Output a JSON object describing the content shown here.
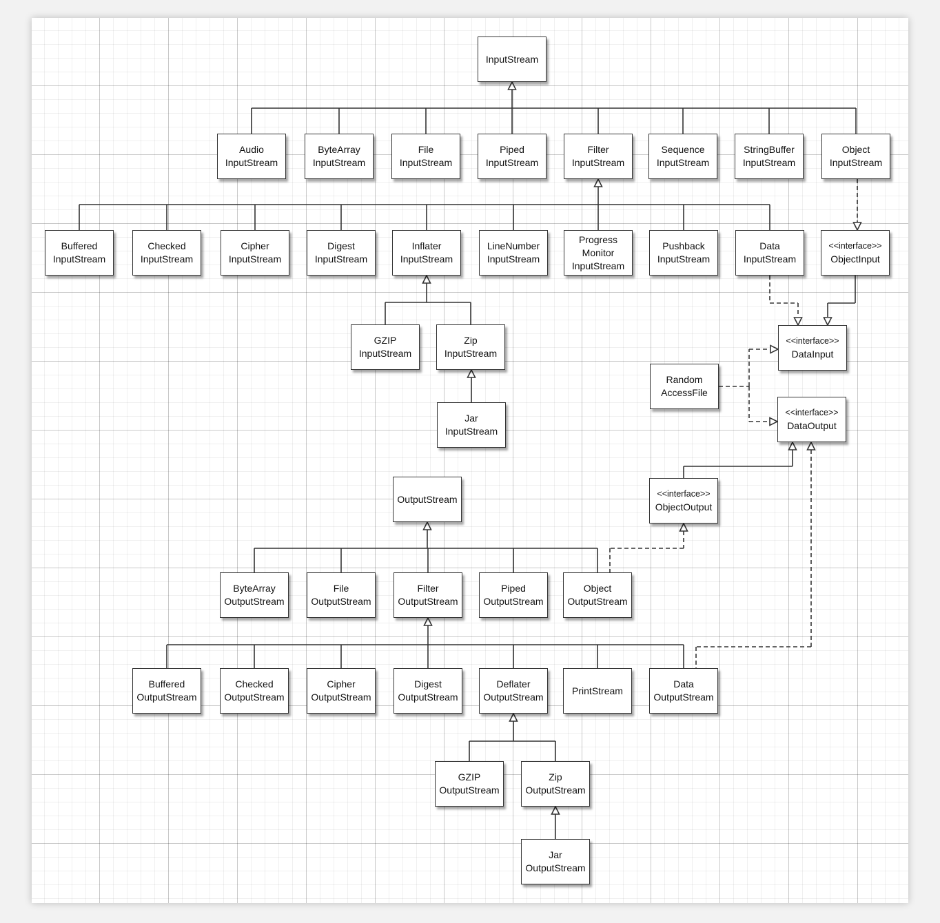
{
  "diagram": {
    "type": "class-hierarchy",
    "nodes": [
      {
        "id": "inputstream",
        "lines": [
          "InputStream"
        ]
      },
      {
        "id": "audio-inputstream",
        "lines": [
          "Audio",
          "InputStream"
        ]
      },
      {
        "id": "bytearray-inputstream",
        "lines": [
          "ByteArray",
          "InputStream"
        ]
      },
      {
        "id": "file-inputstream",
        "lines": [
          "File",
          "InputStream"
        ]
      },
      {
        "id": "piped-inputstream",
        "lines": [
          "Piped",
          "InputStream"
        ]
      },
      {
        "id": "filter-inputstream",
        "lines": [
          "Filter",
          "InputStream"
        ]
      },
      {
        "id": "sequence-inputstream",
        "lines": [
          "Sequence",
          "InputStream"
        ]
      },
      {
        "id": "stringbuffer-inputstream",
        "lines": [
          "StringBuffer",
          "InputStream"
        ]
      },
      {
        "id": "object-inputstream",
        "lines": [
          "Object",
          "InputStream"
        ]
      },
      {
        "id": "buffered-inputstream",
        "lines": [
          "Buffered",
          "InputStream"
        ]
      },
      {
        "id": "checked-inputstream",
        "lines": [
          "Checked",
          "InputStream"
        ]
      },
      {
        "id": "cipher-inputstream",
        "lines": [
          "Cipher",
          "InputStream"
        ]
      },
      {
        "id": "digest-inputstream",
        "lines": [
          "Digest",
          "InputStream"
        ]
      },
      {
        "id": "inflater-inputstream",
        "lines": [
          "Inflater",
          "InputStream"
        ]
      },
      {
        "id": "linenumber-inputstream",
        "lines": [
          "LineNumber",
          "InputStream"
        ]
      },
      {
        "id": "progressmonitor-inputstream",
        "lines": [
          "Progress",
          "Monitor",
          "InputStream"
        ]
      },
      {
        "id": "pushback-inputstream",
        "lines": [
          "Pushback",
          "InputStream"
        ]
      },
      {
        "id": "data-inputstream",
        "lines": [
          "Data",
          "InputStream"
        ]
      },
      {
        "id": "objectinput-interface",
        "lines": [
          "<<interface>>",
          "ObjectInput"
        ]
      },
      {
        "id": "gzip-inputstream",
        "lines": [
          "GZIP",
          "InputStream"
        ]
      },
      {
        "id": "zip-inputstream",
        "lines": [
          "Zip",
          "InputStream"
        ]
      },
      {
        "id": "jar-inputstream",
        "lines": [
          "Jar",
          "InputStream"
        ]
      },
      {
        "id": "datainput-interface",
        "lines": [
          "<<interface>>",
          "DataInput"
        ]
      },
      {
        "id": "randomaccessfile",
        "lines": [
          "Random",
          "AccessFile"
        ]
      },
      {
        "id": "dataoutput-interface",
        "lines": [
          "<<interface>>",
          "DataOutput"
        ]
      },
      {
        "id": "objectoutput-interface",
        "lines": [
          "<<interface>>",
          "ObjectOutput"
        ]
      },
      {
        "id": "outputstream",
        "lines": [
          "OutputStream"
        ]
      },
      {
        "id": "bytearray-outputstream",
        "lines": [
          "ByteArray",
          "OutputStream"
        ]
      },
      {
        "id": "file-outputstream",
        "lines": [
          "File",
          "OutputStream"
        ]
      },
      {
        "id": "filter-outputstream",
        "lines": [
          "Filter",
          "OutputStream"
        ]
      },
      {
        "id": "piped-outputstream",
        "lines": [
          "Piped",
          "OutputStream"
        ]
      },
      {
        "id": "object-outputstream",
        "lines": [
          "Object",
          "OutputStream"
        ]
      },
      {
        "id": "buffered-outputstream",
        "lines": [
          "Buffered",
          "OutputStream"
        ]
      },
      {
        "id": "checked-outputstream",
        "lines": [
          "Checked",
          "OutputStream"
        ]
      },
      {
        "id": "cipher-outputstream",
        "lines": [
          "Cipher",
          "OutputStream"
        ]
      },
      {
        "id": "digest-outputstream",
        "lines": [
          "Digest",
          "OutputStream"
        ]
      },
      {
        "id": "deflater-outputstream",
        "lines": [
          "Deflater",
          "OutputStream"
        ]
      },
      {
        "id": "printstream",
        "lines": [
          "PrintStream"
        ]
      },
      {
        "id": "data-outputstream",
        "lines": [
          "Data",
          "OutputStream"
        ]
      },
      {
        "id": "gzip-outputstream",
        "lines": [
          "GZIP",
          "OutputStream"
        ]
      },
      {
        "id": "zip-outputstream",
        "lines": [
          "Zip",
          "OutputStream"
        ]
      },
      {
        "id": "jar-outputstream",
        "lines": [
          "Jar",
          "OutputStream"
        ]
      }
    ],
    "edges": [
      {
        "from": "audio-inputstream",
        "to": "inputstream",
        "kind": "extends"
      },
      {
        "from": "bytearray-inputstream",
        "to": "inputstream",
        "kind": "extends"
      },
      {
        "from": "file-inputstream",
        "to": "inputstream",
        "kind": "extends"
      },
      {
        "from": "piped-inputstream",
        "to": "inputstream",
        "kind": "extends"
      },
      {
        "from": "filter-inputstream",
        "to": "inputstream",
        "kind": "extends"
      },
      {
        "from": "sequence-inputstream",
        "to": "inputstream",
        "kind": "extends"
      },
      {
        "from": "stringbuffer-inputstream",
        "to": "inputstream",
        "kind": "extends"
      },
      {
        "from": "object-inputstream",
        "to": "inputstream",
        "kind": "extends"
      },
      {
        "from": "object-inputstream",
        "to": "objectinput-interface",
        "kind": "implements"
      },
      {
        "from": "buffered-inputstream",
        "to": "filter-inputstream",
        "kind": "extends"
      },
      {
        "from": "checked-inputstream",
        "to": "filter-inputstream",
        "kind": "extends"
      },
      {
        "from": "cipher-inputstream",
        "to": "filter-inputstream",
        "kind": "extends"
      },
      {
        "from": "digest-inputstream",
        "to": "filter-inputstream",
        "kind": "extends"
      },
      {
        "from": "inflater-inputstream",
        "to": "filter-inputstream",
        "kind": "extends"
      },
      {
        "from": "linenumber-inputstream",
        "to": "filter-inputstream",
        "kind": "extends"
      },
      {
        "from": "progressmonitor-inputstream",
        "to": "filter-inputstream",
        "kind": "extends"
      },
      {
        "from": "pushback-inputstream",
        "to": "filter-inputstream",
        "kind": "extends"
      },
      {
        "from": "data-inputstream",
        "to": "filter-inputstream",
        "kind": "extends"
      },
      {
        "from": "gzip-inputstream",
        "to": "inflater-inputstream",
        "kind": "extends"
      },
      {
        "from": "zip-inputstream",
        "to": "inflater-inputstream",
        "kind": "extends"
      },
      {
        "from": "jar-inputstream",
        "to": "zip-inputstream",
        "kind": "extends"
      },
      {
        "from": "data-inputstream",
        "to": "datainput-interface",
        "kind": "implements"
      },
      {
        "from": "objectinput-interface",
        "to": "datainput-interface",
        "kind": "extends"
      },
      {
        "from": "randomaccessfile",
        "to": "datainput-interface",
        "kind": "implements"
      },
      {
        "from": "randomaccessfile",
        "to": "dataoutput-interface",
        "kind": "implements"
      },
      {
        "from": "objectoutput-interface",
        "to": "dataoutput-interface",
        "kind": "extends"
      },
      {
        "from": "bytearray-outputstream",
        "to": "outputstream",
        "kind": "extends"
      },
      {
        "from": "file-outputstream",
        "to": "outputstream",
        "kind": "extends"
      },
      {
        "from": "filter-outputstream",
        "to": "outputstream",
        "kind": "extends"
      },
      {
        "from": "piped-outputstream",
        "to": "outputstream",
        "kind": "extends"
      },
      {
        "from": "object-outputstream",
        "to": "outputstream",
        "kind": "extends"
      },
      {
        "from": "object-outputstream",
        "to": "objectoutput-interface",
        "kind": "implements"
      },
      {
        "from": "buffered-outputstream",
        "to": "filter-outputstream",
        "kind": "extends"
      },
      {
        "from": "checked-outputstream",
        "to": "filter-outputstream",
        "kind": "extends"
      },
      {
        "from": "cipher-outputstream",
        "to": "filter-outputstream",
        "kind": "extends"
      },
      {
        "from": "digest-outputstream",
        "to": "filter-outputstream",
        "kind": "extends"
      },
      {
        "from": "deflater-outputstream",
        "to": "filter-outputstream",
        "kind": "extends"
      },
      {
        "from": "printstream",
        "to": "filter-outputstream",
        "kind": "extends"
      },
      {
        "from": "data-outputstream",
        "to": "filter-outputstream",
        "kind": "extends"
      },
      {
        "from": "data-outputstream",
        "to": "dataoutput-interface",
        "kind": "implements"
      },
      {
        "from": "gzip-outputstream",
        "to": "deflater-outputstream",
        "kind": "extends"
      },
      {
        "from": "zip-outputstream",
        "to": "deflater-outputstream",
        "kind": "extends"
      },
      {
        "from": "jar-outputstream",
        "to": "zip-outputstream",
        "kind": "extends"
      }
    ]
  },
  "colors": {
    "line": "#333333",
    "box_border": "#333333",
    "box_fill": "#ffffff",
    "text": "#111111"
  }
}
